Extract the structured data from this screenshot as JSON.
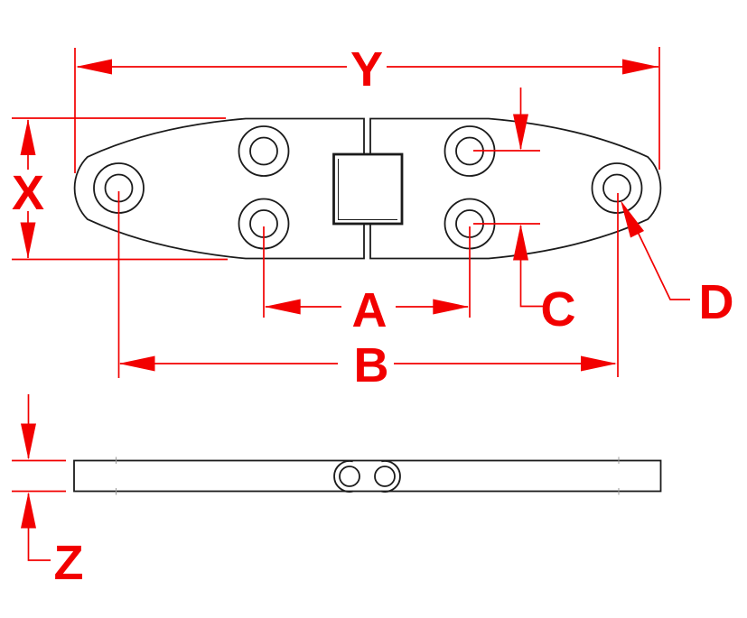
{
  "diagram": {
    "kind": "engineering-dimension-drawing",
    "part": "hinge",
    "views": [
      "top-view",
      "side-profile-view"
    ]
  },
  "labels": {
    "y": "Y",
    "x": "X",
    "a": "A",
    "b": "B",
    "c": "C",
    "d": "D",
    "z": "Z"
  },
  "colors": {
    "dimension_red": "#f20000",
    "outline_black": "#1b1b1b",
    "background": "#ffffff"
  }
}
